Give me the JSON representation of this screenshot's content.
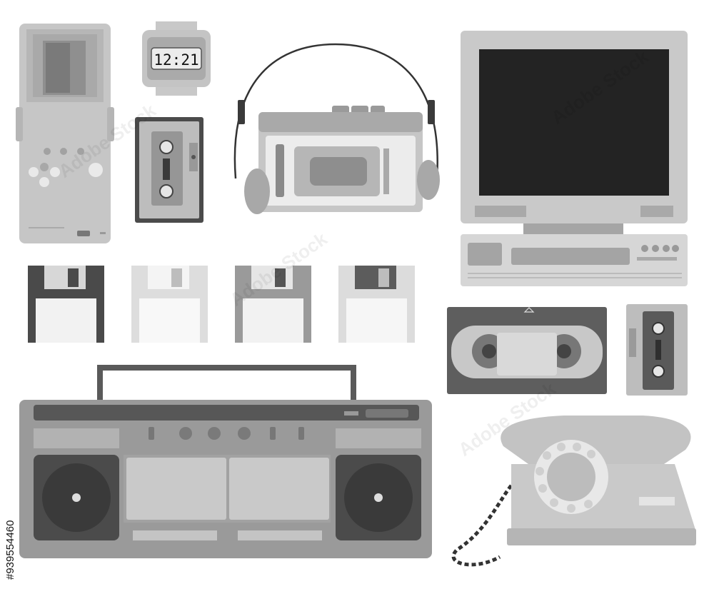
{
  "watermark": {
    "text": "Adobe Stock",
    "stock_id": "#939554460"
  },
  "watch": {
    "time": "12:21"
  },
  "colors": {
    "background": "#ffffff",
    "dark": "#3b3b3b",
    "mid": "#7c7c7c",
    "light": "#c8c8c8",
    "pale": "#e6e6e6",
    "screen": "#232323"
  },
  "objects": [
    {
      "name": "handheld-game-console"
    },
    {
      "name": "digital-wristwatch"
    },
    {
      "name": "audio-cassette"
    },
    {
      "name": "walkman-with-headphones"
    },
    {
      "name": "crt-monitor-computer"
    },
    {
      "name": "floppy-disks"
    },
    {
      "name": "vhs-tape"
    },
    {
      "name": "boombox"
    },
    {
      "name": "rotary-telephone"
    }
  ]
}
